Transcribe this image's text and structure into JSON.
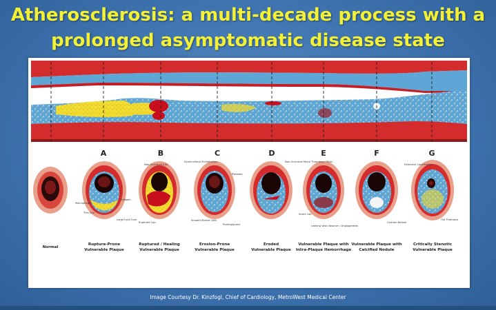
{
  "slide": {
    "title_line1": "Atherosclerosis: a multi-decade process with a",
    "title_line2": "prolonged asymptomatic disease state",
    "credit": "Image Courtesy Dr. Kinzfogl,  Chief of Cardiology, MetroWest Medical Center"
  },
  "diagram": {
    "markers": [
      "A",
      "B",
      "C",
      "D",
      "E",
      "F",
      "G"
    ],
    "stages": [
      {
        "line1": "Normal",
        "line2": ""
      },
      {
        "line1": "Rupture-Prone",
        "line2": "Vulnerable Plaque"
      },
      {
        "line1": "Ruptured / Healing",
        "line2": "Vulnerable Plaque"
      },
      {
        "line1": "Erosion-Prone",
        "line2": "Vulnerable Plaque"
      },
      {
        "line1": "Eroded",
        "line2": "Vulnerable Plaque"
      },
      {
        "line1": "Vulnerable Plaque with",
        "line2": "Intra-Plaque Hemorrhage"
      },
      {
        "line1": "Vulnerable Plaque with",
        "line2": "Calcified Nodule"
      },
      {
        "line1": "Critically Stenotic",
        "line2": "Vulnerable Plaque"
      }
    ],
    "annotations": {
      "a1": "Macrophage",
      "a2": "Thin Cap",
      "a3": "Collagen",
      "a4": "Large Lipid Core",
      "b1": "Non-Occlusive Clot",
      "b2": "Ruptured Cap",
      "c1": "Dysfunctional Endothelium",
      "c2": "Platelets",
      "c3": "Smooth Muscle Cells",
      "c4": "Proteoglycans",
      "d1": "Non-Occlusive Mural Thrombus / Fibrin",
      "e1": "Intact Cap",
      "e2": "Leaking Vasa Vasorum / Angiogenesis",
      "f1": "Calcium Nodule",
      "g1": "Extensive Calcification",
      "g2": "Old Thrombus"
    },
    "colors": {
      "wall": "#d42c2c",
      "lumen_blue": "#5ea6d6",
      "lipid_yellow": "#f1dc32",
      "clot": "#c80f1e",
      "title_yellow": "#f3f135"
    }
  }
}
